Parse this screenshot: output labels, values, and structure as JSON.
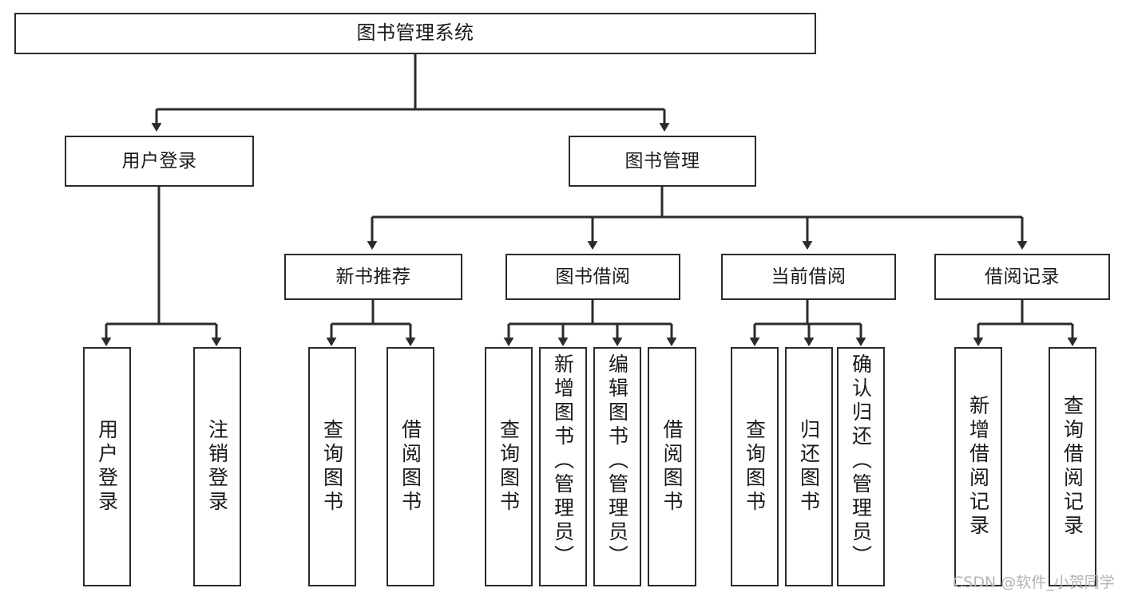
{
  "diagram": {
    "title": "图书管理系统",
    "watermark": "CSDN @软件_小贺同学",
    "stroke_color": "#2b2b2b",
    "text_color": "#1a1a1a",
    "background_color": "#ffffff",
    "type": "tree-hierarchy-functional-structure"
  },
  "nodes": {
    "root": {
      "label": "图书管理系统",
      "level": 1
    },
    "l2": [
      {
        "id": "user-login",
        "label": "用户登录",
        "level": 2
      },
      {
        "id": "book-manage",
        "label": "图书管理",
        "level": 2
      }
    ],
    "l3": [
      {
        "id": "new-book-recommend",
        "label": "新书推荐",
        "level": 3,
        "parent": "book-manage"
      },
      {
        "id": "book-borrow",
        "label": "图书借阅",
        "level": 3,
        "parent": "book-manage"
      },
      {
        "id": "current-borrow",
        "label": "当前借阅",
        "level": 3,
        "parent": "book-manage"
      },
      {
        "id": "borrow-record",
        "label": "借阅记录",
        "level": 3,
        "parent": "book-manage"
      }
    ],
    "leaves": [
      {
        "id": "leaf-user-login",
        "label": "用户登录",
        "parent": "user-login",
        "orientation": "vertical",
        "align": "center"
      },
      {
        "id": "leaf-logout",
        "label": "注销登录",
        "parent": "user-login",
        "orientation": "vertical",
        "align": "center"
      },
      {
        "id": "leaf-query-book-1",
        "label": "查询图书",
        "parent": "new-book-recommend",
        "orientation": "vertical",
        "align": "center"
      },
      {
        "id": "leaf-borrow-book-1",
        "label": "借阅图书",
        "parent": "new-book-recommend",
        "orientation": "vertical",
        "align": "center"
      },
      {
        "id": "leaf-query-book-2",
        "label": "查询图书",
        "parent": "book-borrow",
        "orientation": "vertical",
        "align": "center"
      },
      {
        "id": "leaf-add-book",
        "label": "新增图书（管理员）",
        "parent": "book-borrow",
        "orientation": "vertical",
        "align": "top"
      },
      {
        "id": "leaf-edit-book",
        "label": "编辑图书（管理员）",
        "parent": "book-borrow",
        "orientation": "vertical",
        "align": "top"
      },
      {
        "id": "leaf-borrow-book-2",
        "label": "借阅图书",
        "parent": "book-borrow",
        "orientation": "vertical",
        "align": "center"
      },
      {
        "id": "leaf-query-book-3",
        "label": "查询图书",
        "parent": "current-borrow",
        "orientation": "vertical",
        "align": "center"
      },
      {
        "id": "leaf-return-book",
        "label": "归还图书",
        "parent": "current-borrow",
        "orientation": "vertical",
        "align": "center"
      },
      {
        "id": "leaf-confirm-return",
        "label": "确认归还（管理员）",
        "parent": "current-borrow",
        "orientation": "vertical",
        "align": "top"
      },
      {
        "id": "leaf-add-record",
        "label": "新增借阅记录",
        "parent": "borrow-record",
        "orientation": "vertical",
        "align": "center"
      },
      {
        "id": "leaf-query-record",
        "label": "查询借阅记录",
        "parent": "borrow-record",
        "orientation": "vertical",
        "align": "center"
      }
    ]
  }
}
